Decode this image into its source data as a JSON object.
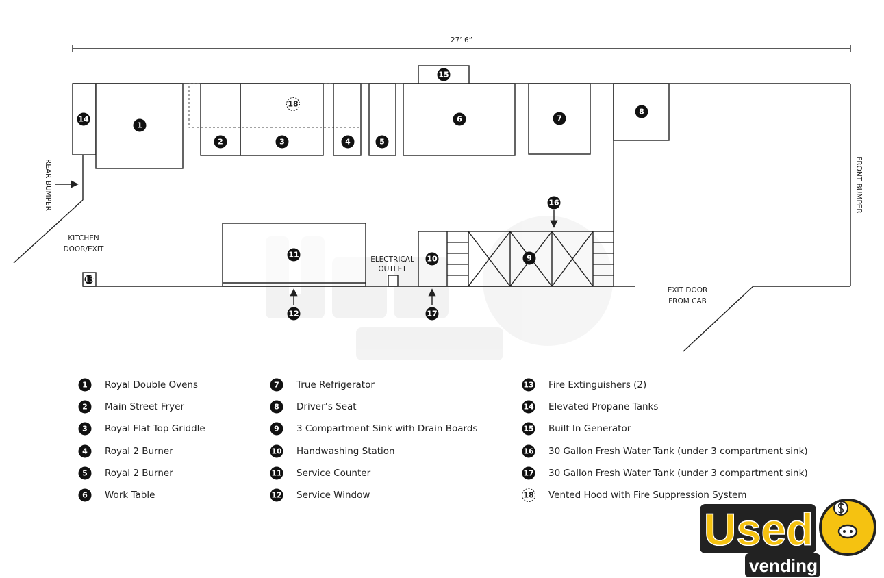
{
  "dimension": "27’ 6”",
  "labels": {
    "rear_bumper": "REAR BUMPER",
    "front_bumper": "FRONT BUMPER",
    "kitchen_door_1": "KITCHEN",
    "kitchen_door_2": "DOOR/EXIT",
    "electrical_1": "ELECTRICAL",
    "electrical_2": "OUTLET",
    "exit_door_1": "EXIT DOOR",
    "exit_door_2": "FROM CAB"
  },
  "markers": [
    "1",
    "2",
    "3",
    "4",
    "5",
    "6",
    "7",
    "8",
    "9",
    "10",
    "11",
    "12",
    "13",
    "14",
    "15",
    "16",
    "17",
    "18"
  ],
  "legend": [
    {
      "num": "1",
      "text": "Royal Double Ovens"
    },
    {
      "num": "2",
      "text": "Main Street Fryer"
    },
    {
      "num": "3",
      "text": "Royal Flat Top Griddle"
    },
    {
      "num": "4",
      "text": "Royal 2 Burner"
    },
    {
      "num": "5",
      "text": "Royal 2 Burner"
    },
    {
      "num": "6",
      "text": "Work Table"
    },
    {
      "num": "7",
      "text": "True Refrigerator"
    },
    {
      "num": "8",
      "text": "Driver’s Seat"
    },
    {
      "num": "9",
      "text": "3 Compartment Sink with Drain Boards"
    },
    {
      "num": "10",
      "text": "Handwashing Station"
    },
    {
      "num": "11",
      "text": "Service Counter"
    },
    {
      "num": "12",
      "text": "Service Window"
    },
    {
      "num": "13",
      "text": "Fire Extinguishers (2)"
    },
    {
      "num": "14",
      "text": "Elevated Propane Tanks"
    },
    {
      "num": "15",
      "text": "Built In Generator"
    },
    {
      "num": "16",
      "text": "30 Gallon Fresh Water Tank (under 3 compartment sink)"
    },
    {
      "num": "17",
      "text": "30 Gallon Fresh Water Tank (under 3 compartment sink)"
    },
    {
      "num": "18",
      "text": "Vented Hood with Fire Suppression System"
    }
  ],
  "logo": {
    "line1": "Used",
    "line2": "vending"
  },
  "colors": {
    "ink": "#222222",
    "logo_yellow": "#F5C211",
    "watermark": "#ececec"
  }
}
